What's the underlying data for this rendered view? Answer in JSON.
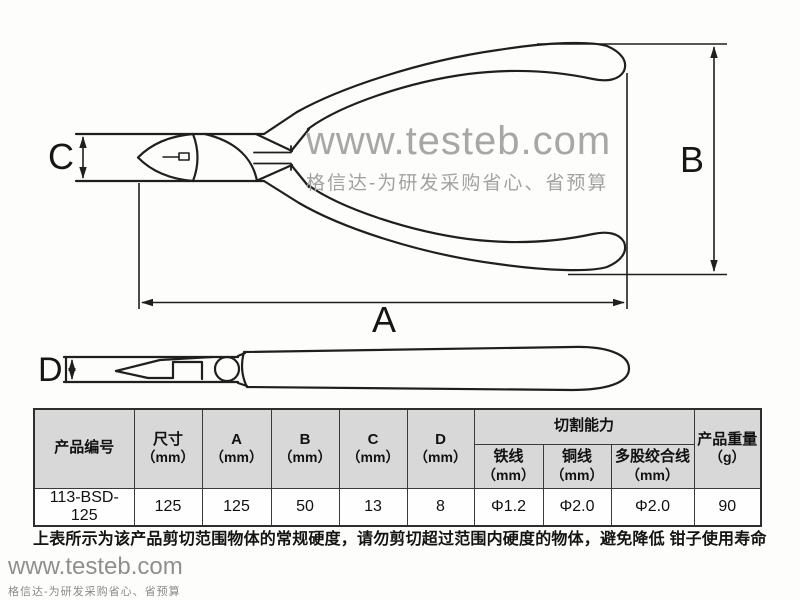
{
  "diagram": {
    "label_a": "A",
    "label_b": "B",
    "label_c": "C",
    "label_d": "D"
  },
  "watermark_center": {
    "site": "www.testeb.com",
    "slogan": "格信达-为研发采购省心、省预算"
  },
  "watermark_footer": {
    "site": "www.testeb.com",
    "slogan": "格信达-为研发采购省心、省预算"
  },
  "table": {
    "headers": {
      "product_no": "产品编号",
      "size_label": "尺寸",
      "size_unit": "（mm）",
      "a_label": "A",
      "a_unit": "（mm）",
      "b_label": "B",
      "b_unit": "（mm）",
      "c_label": "C",
      "c_unit": "（mm）",
      "d_label": "D",
      "d_unit": "（mm）",
      "cutting_group": "切割能力",
      "iron_label": "铁线",
      "iron_unit": "（mm）",
      "copper_label": "铜线",
      "copper_unit": "（mm）",
      "stranded_label": "多股绞合线",
      "stranded_unit": "（mm）",
      "weight_label": "产品重量",
      "weight_unit": "（g）"
    },
    "row": {
      "product_no": "113-BSD-125",
      "size": "125",
      "a": "125",
      "b": "50",
      "c": "13",
      "d": "8",
      "iron": "Φ1.2",
      "copper": "Φ2.0",
      "stranded": "Φ2.0",
      "weight": "90"
    }
  },
  "note": "上表所示为该产品剪切范围物体的常规硬度，请勿剪切超过范围内硬度的物体，避免降低 钳子使用寿命",
  "colors": {
    "header_bg": "#d8d8d8",
    "table_border": "#3a3a3a",
    "drawing_line": "#1f1f1f",
    "watermark_gray": "#a7a7a7"
  }
}
